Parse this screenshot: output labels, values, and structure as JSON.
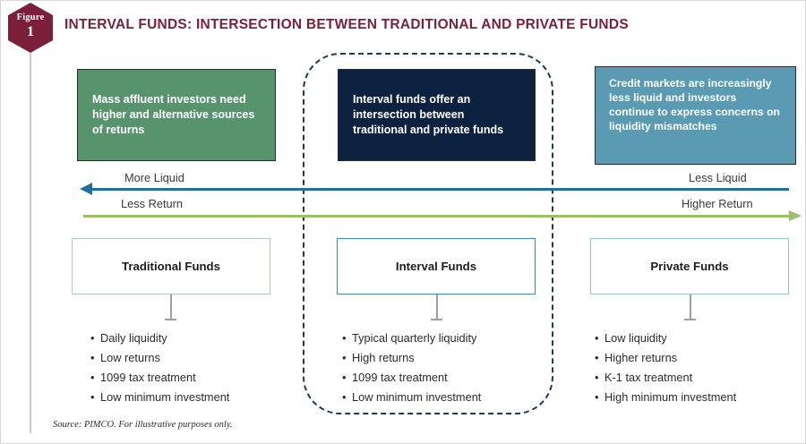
{
  "figure": {
    "badge_label": "Figure",
    "badge_number": "1"
  },
  "header": {
    "title": "INTERVAL FUNDS: INTERSECTION BETWEEN TRADITIONAL AND PRIVATE FUNDS",
    "title_color": "#7b1f3a"
  },
  "statement_cards": [
    {
      "text": "Mass affluent investors need higher and alternative sources of returns",
      "color": "#57936c"
    },
    {
      "text": "Interval funds offer an intersection between traditional and private funds",
      "color": "#0d2240"
    },
    {
      "text": "Credit markets are increasingly less liquid and investors continue to express concerns on liquidity mismatches",
      "color": "#5a9bb3"
    }
  ],
  "axes": {
    "liquidity": {
      "left_label": "More Liquid",
      "right_label": "Less Liquid",
      "color": "#1f6fa5",
      "direction": "left"
    },
    "return": {
      "left_label": "Less Return",
      "right_label": "Higher Return",
      "color": "#9cbf6a",
      "direction": "right"
    }
  },
  "columns": [
    {
      "name": "Traditional Funds",
      "border_color": "#a8cbb4",
      "bullets": [
        "Daily liquidity",
        "Low returns",
        "1099 tax treatment",
        "Low minimum investment"
      ]
    },
    {
      "name": "Interval Funds",
      "border_color": "#3d87b8",
      "bullets": [
        "Typical quarterly liquidity",
        "High returns",
        "1099 tax treatment",
        "Low minimum investment"
      ]
    },
    {
      "name": "Private Funds",
      "border_color": "#97bfd3",
      "bullets": [
        "Low liquidity",
        "Higher returns",
        "K-1 tax treatment",
        "High minimum investment"
      ]
    }
  ],
  "highlight": {
    "border_color": "#1b3a5c",
    "style": "dashed-rounded"
  },
  "footer": {
    "source": "Source: PIMCO. For illustrative purposes only."
  }
}
